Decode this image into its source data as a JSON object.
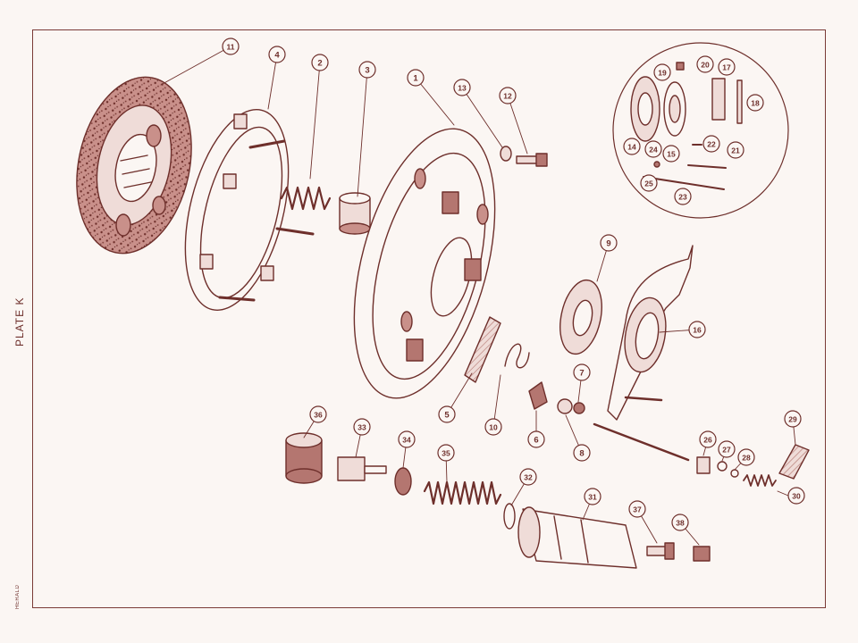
{
  "plate": {
    "side_label": "PLATE K",
    "corner_label": "HERALD"
  },
  "callouts": [
    "11",
    "4",
    "2",
    "3",
    "1",
    "13",
    "12",
    "19",
    "20",
    "17",
    "18",
    "14",
    "24",
    "15",
    "22",
    "21",
    "25",
    "23",
    "9",
    "16",
    "7",
    "5",
    "10",
    "6",
    "8",
    "36",
    "33",
    "34",
    "35",
    "32",
    "31",
    "37",
    "38",
    "26",
    "27",
    "28",
    "29",
    "30"
  ],
  "colors": {
    "ink": "#6e2f2b",
    "paper": "#fbf6f3",
    "fill_dark": "#b47670",
    "fill_light": "#efdcd8"
  }
}
